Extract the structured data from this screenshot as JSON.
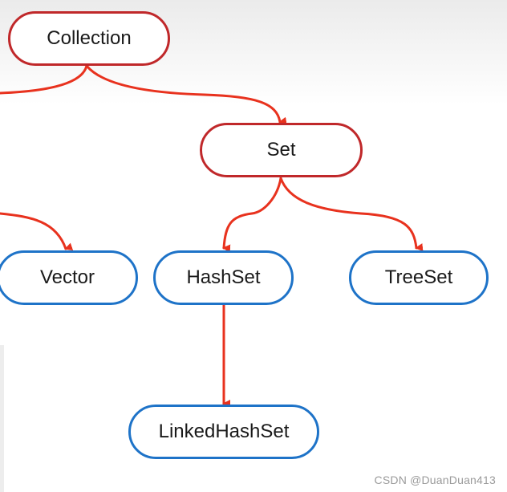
{
  "diagram": {
    "nodes": {
      "collection": "Collection",
      "set": "Set",
      "vector": "Vector",
      "hashset": "HashSet",
      "treeset": "TreeSet",
      "linkedhashset": "LinkedHashSet"
    },
    "colors": {
      "interface_border": "#c0282a",
      "class_border": "#1e73c8",
      "arrow": "#e8321e"
    }
  },
  "watermark": "CSDN @DuanDuan413"
}
